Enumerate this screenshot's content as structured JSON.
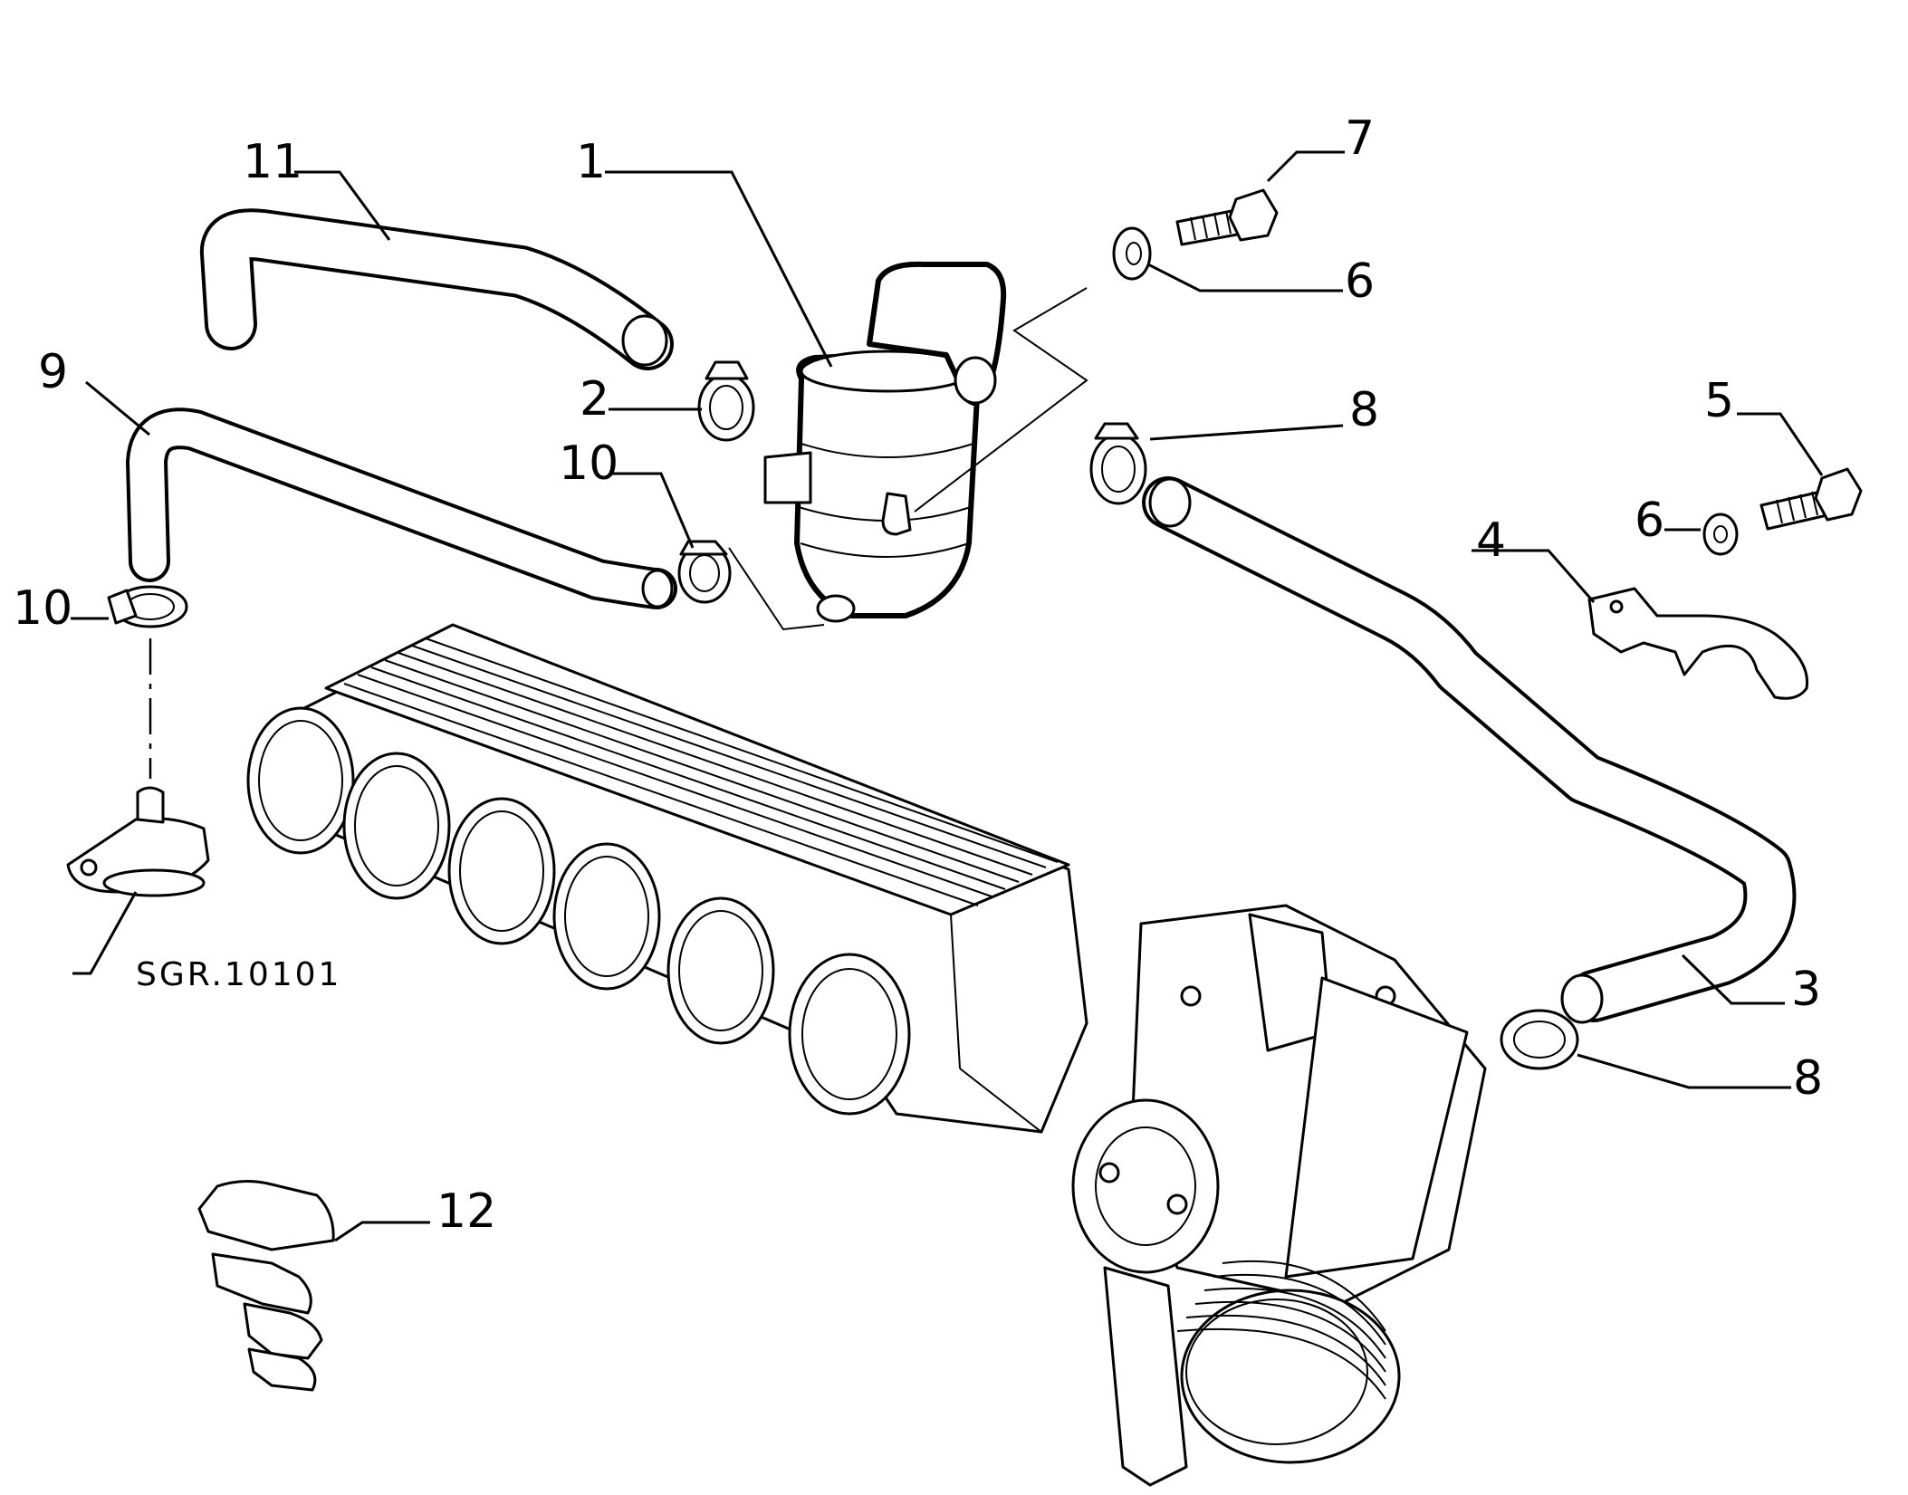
{
  "labels": {
    "p1": "1",
    "p2": "2",
    "p3": "3",
    "p4": "4",
    "p5": "5",
    "p6a": "6",
    "p6b": "6",
    "p7": "7",
    "p8a": "8",
    "p8b": "8",
    "p9": "9",
    "p10a": "10",
    "p10b": "10",
    "p11": "11",
    "p12": "12"
  },
  "reference": "SGR.10101"
}
